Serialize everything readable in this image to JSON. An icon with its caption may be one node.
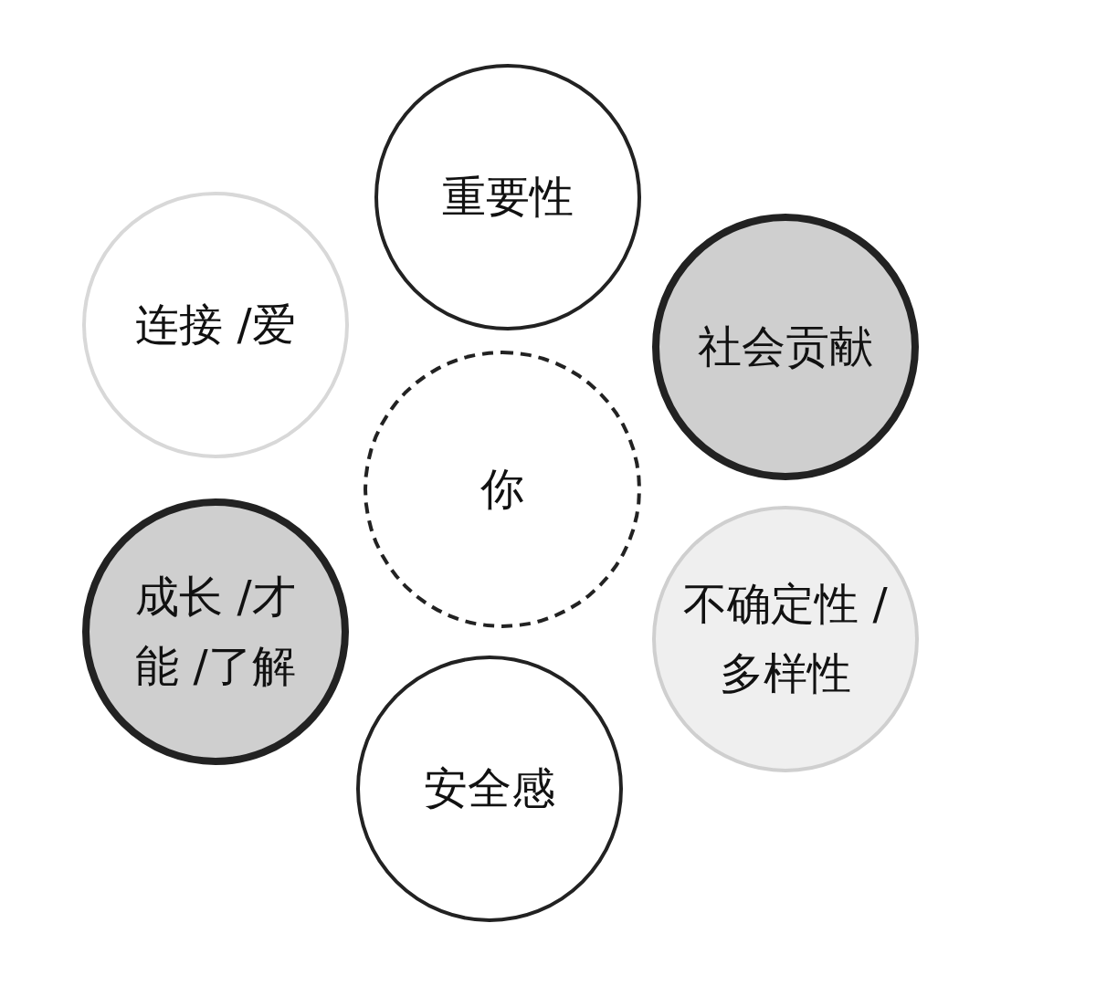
{
  "diagram": {
    "nodes": [
      {
        "text": [
          "重要性"
        ]
      },
      {
        "text": [
          "连接 /爱"
        ]
      },
      {
        "text": [
          "社会贡献"
        ]
      },
      {
        "text": [
          "你"
        ]
      },
      {
        "text": [
          "成长 /才能 /了解"
        ]
      },
      {
        "text": [
          "不确定性 /多样性"
        ]
      },
      {
        "text": [
          "安全感"
        ]
      }
    ]
  }
}
